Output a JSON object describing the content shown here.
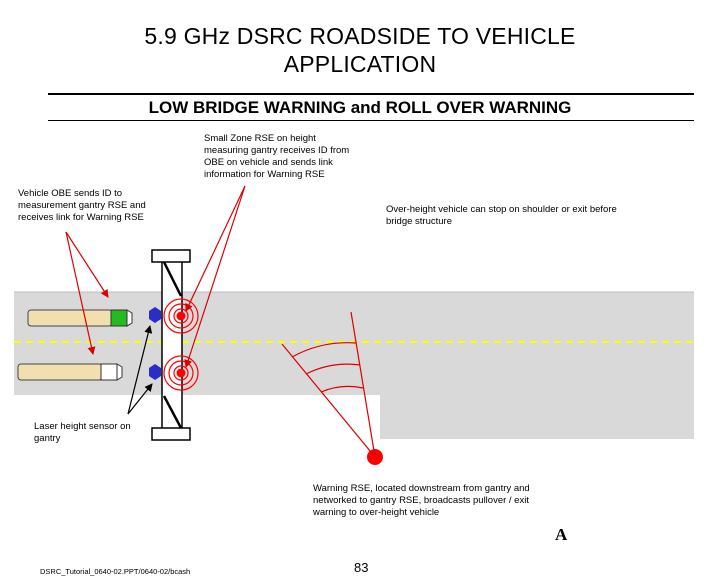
{
  "title": {
    "line1": "5.9 GHz DSRC ROADSIDE TO VEHICLE",
    "line2": "APPLICATION"
  },
  "subtitle": "LOW BRIDGE WARNING and ROLL OVER WARNING",
  "callouts": {
    "small_zone_rse": [
      "Small Zone RSE on height",
      "measuring gantry receives ID from",
      "OBE on vehicle and sends link",
      "information for Warning RSE"
    ],
    "vehicle_obe": [
      "Vehicle OBE sends ID to",
      "measurement gantry RSE and",
      "receives link for Warning RSE"
    ],
    "over_height": [
      "Over-height vehicle can stop on shoulder or exit before",
      "bridge structure"
    ],
    "laser_sensor": [
      "Laser height sensor on",
      "gantry"
    ],
    "warning_rse": [
      "Warning RSE, located downstream from gantry and",
      "networked to gantry RSE, broadcasts pullover / exit",
      "warning to over-height vehicle"
    ]
  },
  "stamp": "A",
  "footer": "DSRC_Tutorial_0640-02.PPT/0640-02/bcash",
  "page_number": "83",
  "colors": {
    "road": "#d9d9d9",
    "lane_divider": "#ffff00",
    "signal_red": "#ff0000",
    "arrow_red": "#dd0000",
    "sensor_blue": "#2c2cc8",
    "vehicle_body": "#f2dfb0",
    "vehicle_cab": "#22bb22"
  }
}
